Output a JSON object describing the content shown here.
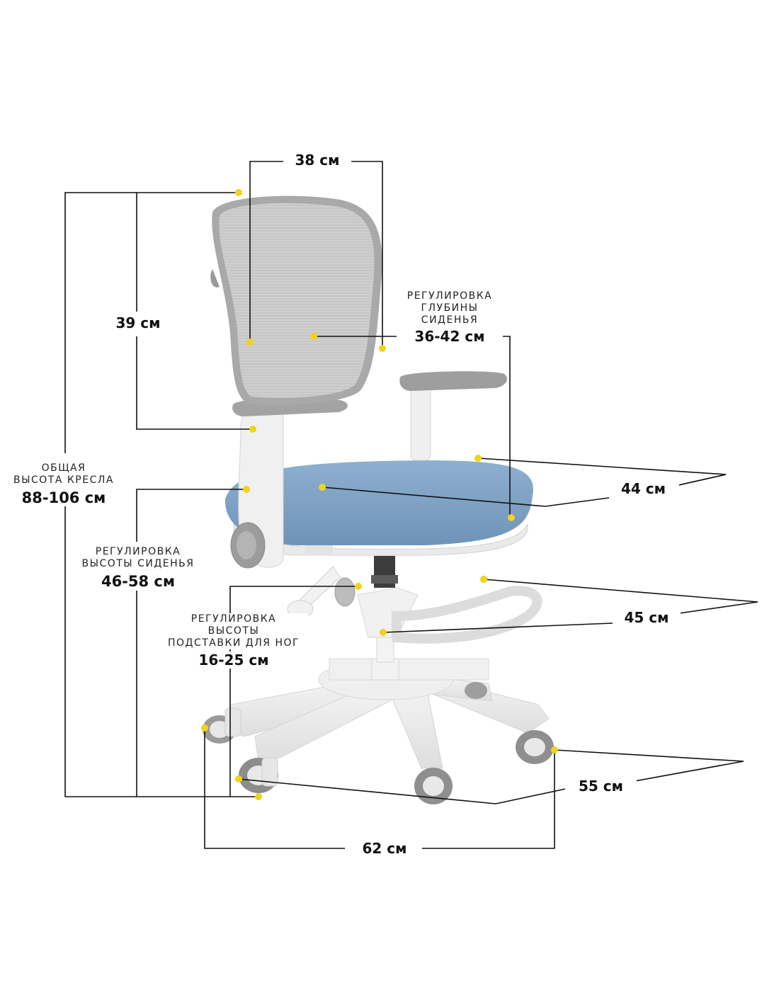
{
  "colors": {
    "marker": "#F2D21A",
    "line": "#111111",
    "seat": "#7FA3C6",
    "mesh": "#CBCBCB",
    "frame": "#ECECEC"
  },
  "labels": {
    "backrest_width": "38 см",
    "backrest_height": "39 см",
    "seat_depth_caption": [
      "РЕГУЛИРОВКА",
      "ГЛУБИНЫ",
      "СИДЕНЬЯ"
    ],
    "seat_depth_value": "36-42 см",
    "total_height_caption": [
      "ОБЩАЯ",
      "ВЫСОТА КРЕСЛА"
    ],
    "total_height_value": "88-106 см",
    "seat_height_caption": [
      "РЕГУЛИРОВКА",
      "ВЫСОТЫ СИДЕНЬЯ"
    ],
    "seat_height_value": "46-58 см",
    "seat_width": "44 см",
    "footrest_caption": [
      "РЕГУЛИРОВКА",
      "ВЫСОТЫ",
      "ПОДСТАВКИ ДЛЯ НОГ"
    ],
    "footrest_value": "16-25 см",
    "footrest_width": "45 см",
    "base_depth": "55 см",
    "base_width": "62 см"
  }
}
